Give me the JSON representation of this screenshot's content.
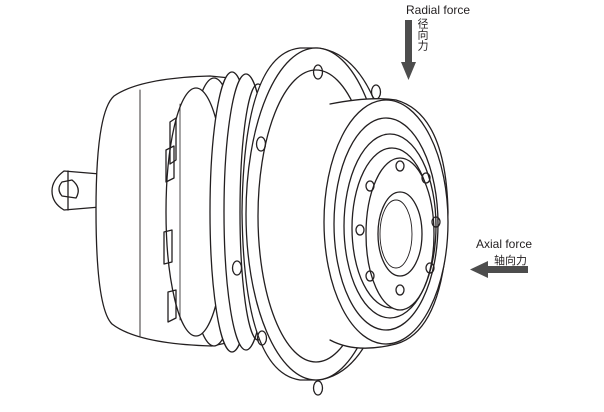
{
  "labels": {
    "radial_en": "Radial force",
    "radial_cn": "径向力",
    "axial_en": "Axial force",
    "axial_cn": "轴向力"
  },
  "colors": {
    "line": "#231f20",
    "arrow_fill": "#4d4d4d",
    "background": "#ffffff"
  },
  "icons": {
    "radial_arrow": "down-arrow-icon",
    "axial_arrow": "left-arrow-icon"
  }
}
